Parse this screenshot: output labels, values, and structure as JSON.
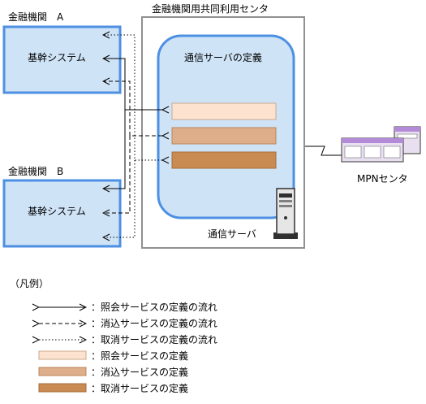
{
  "bank_a": {
    "title": "金融機関　A",
    "system": "基幹システム"
  },
  "bank_b": {
    "title": "金融機関　B",
    "system": "基幹システム"
  },
  "center": {
    "title": "金融機関用共同利用センタ",
    "service_box_title": "通信サーバの定義",
    "server_label": "通信サーバ"
  },
  "mpn": {
    "label": "MPNセンタ"
  },
  "legend": {
    "title": "（凡例）",
    "items": [
      {
        "kind": "arrow",
        "style": "solid",
        "label": "：照会サービスの定義の流れ"
      },
      {
        "kind": "arrow",
        "style": "dashed",
        "label": "：消込サービスの定義の流れ"
      },
      {
        "kind": "arrow",
        "style": "dotted",
        "label": "：取消サービスの定義の流れ"
      },
      {
        "kind": "swatch",
        "color": "#FDE3CF",
        "label": "：照会サービスの定義"
      },
      {
        "kind": "swatch",
        "color": "#DEAE8A",
        "label": "：消込サービスの定義"
      },
      {
        "kind": "swatch",
        "color": "#C98B52",
        "label": "：取消サービスの定義"
      }
    ]
  },
  "colors": {
    "bank_fill": "#CFE3F7",
    "bank_border": "#4D90E3",
    "service_fill": "#CFE3F7",
    "service_border": "#4D90E3",
    "center_border": "#909090",
    "inquiry": "#FDE3CF",
    "clearing": "#DEAE8A",
    "cancel": "#C98B52"
  }
}
